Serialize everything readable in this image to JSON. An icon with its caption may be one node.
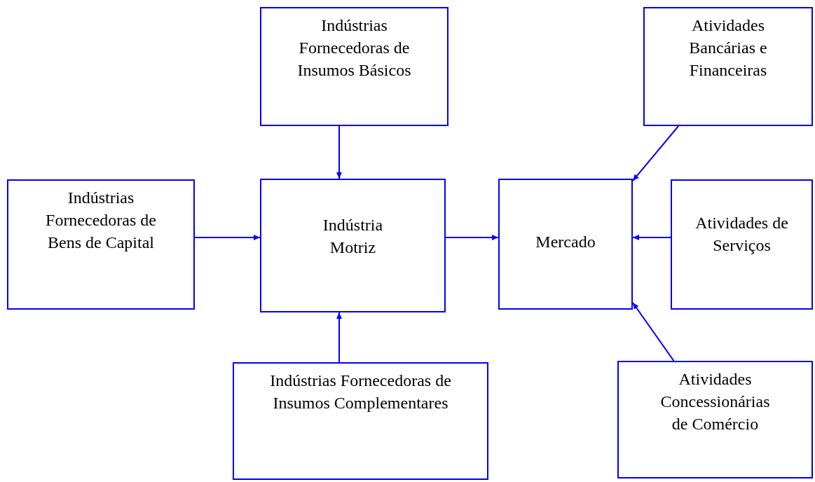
{
  "diagram": {
    "nodes": [
      {
        "text": [
          "Indústrias Fornecedoras de Insumos Básicos"
        ]
      },
      {
        "text": [
          "Atividades Bancárias e Financeiras"
        ]
      },
      {
        "text": [
          "Indústrias Fornecedoras de Bens de Capital"
        ]
      },
      {
        "text": [
          "Indústria Motriz"
        ]
      },
      {
        "text": [
          "Mercado"
        ]
      },
      {
        "text": [
          "Atividades de Serviços"
        ]
      },
      {
        "text": [
          "Indústrias Fornecedoras de Insumos Complementares"
        ]
      },
      {
        "text": [
          "Atividades Concessionárias de Comércio"
        ]
      }
    ],
    "edges": [
      {
        "from": 0,
        "to": 3,
        "arrow": "to"
      },
      {
        "from": 1,
        "to": 4,
        "arrow": "to"
      },
      {
        "from": 2,
        "to": 3,
        "arrow": "to"
      },
      {
        "from": 3,
        "to": 4,
        "arrow": "to"
      },
      {
        "from": 5,
        "to": 4,
        "arrow": "to"
      },
      {
        "from": 6,
        "to": 3,
        "arrow": "to"
      },
      {
        "from": 7,
        "to": 4,
        "arrow": "to"
      }
    ]
  }
}
